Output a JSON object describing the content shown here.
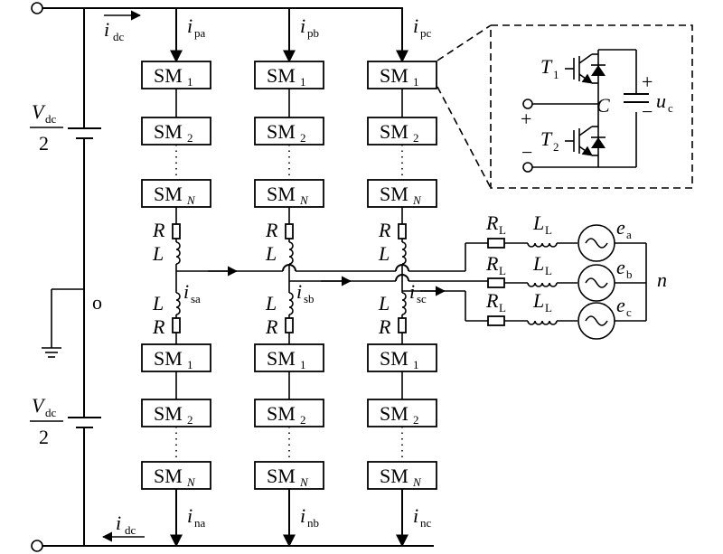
{
  "dc": {
    "vdc_base": "V",
    "vdc_sub": "dc",
    "two": "2",
    "idc_base": "i",
    "idc_sub": "dc",
    "midpoint": "o"
  },
  "legs": [
    {
      "upper_current_base": "i",
      "upper_current_sub": "pa",
      "lower_current_base": "i",
      "lower_current_sub": "na",
      "ac_current_base": "i",
      "ac_current_sub": "sa"
    },
    {
      "upper_current_base": "i",
      "upper_current_sub": "pb",
      "lower_current_base": "i",
      "lower_current_sub": "nb",
      "ac_current_base": "i",
      "ac_current_sub": "sb"
    },
    {
      "upper_current_base": "i",
      "upper_current_sub": "pc",
      "lower_current_base": "i",
      "lower_current_sub": "nc",
      "ac_current_base": "i",
      "ac_current_sub": "sc"
    }
  ],
  "submodules": {
    "base": "SM",
    "first_sub": "1",
    "second_sub": "2",
    "last_sub": "N",
    "dots": "⋮"
  },
  "arm": {
    "R": "R",
    "L": "L"
  },
  "grid": {
    "RL_base": "R",
    "RL_sub": "L",
    "LL_base": "L",
    "LL_sub": "L",
    "sources": [
      {
        "base": "e",
        "sub": "a"
      },
      {
        "base": "e",
        "sub": "b"
      },
      {
        "base": "e",
        "sub": "c"
      }
    ],
    "neutral": "n"
  },
  "detail": {
    "T1_base": "T",
    "T1_sub": "1",
    "T2_base": "T",
    "T2_sub": "2",
    "C": "C",
    "uc_base": "u",
    "uc_sub": "c",
    "plus": "+",
    "minus": "−"
  }
}
